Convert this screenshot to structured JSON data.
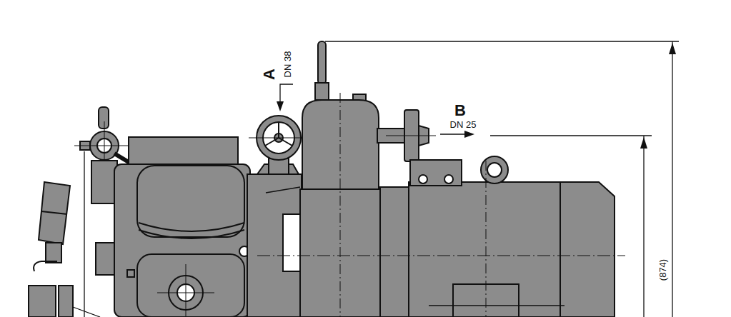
{
  "diagram": {
    "labels": [
      "A",
      "DN 38",
      "B",
      "DN 25",
      "(874)"
    ]
  }
}
